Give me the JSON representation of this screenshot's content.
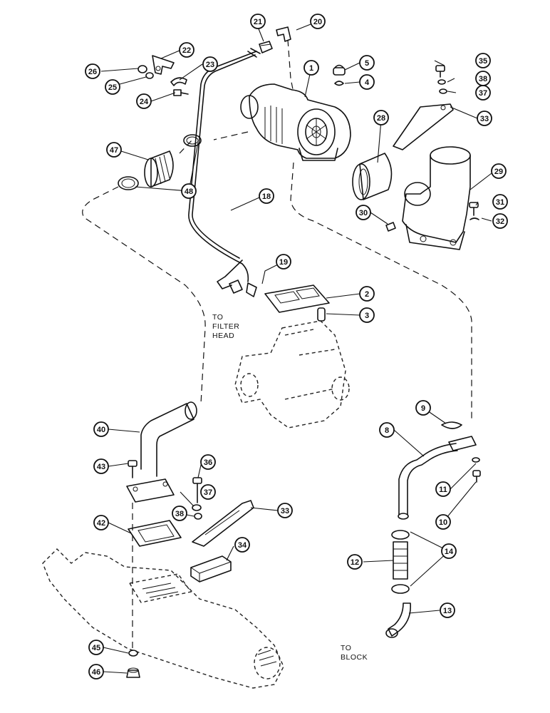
{
  "callouts": {
    "c1": "1",
    "c2": "2",
    "c3": "3",
    "c4": "4",
    "c5": "5",
    "c8": "8",
    "c9": "9",
    "c10": "10",
    "c11": "11",
    "c12": "12",
    "c13": "13",
    "c14": "14",
    "c18": "18",
    "c19": "19",
    "c20": "20",
    "c21": "21",
    "c22": "22",
    "c23": "23",
    "c24": "24",
    "c25": "25",
    "c26": "26",
    "c28": "28",
    "c29": "29",
    "c30": "30",
    "c31": "31",
    "c32": "32",
    "c33a": "33",
    "c33b": "33",
    "c34": "34",
    "c35": "35",
    "c36": "36",
    "c37a": "37",
    "c37b": "37",
    "c38a": "38",
    "c38b": "38",
    "c40": "40",
    "c42": "42",
    "c43": "43",
    "c45": "45",
    "c46": "46",
    "c47": "47",
    "c48": "48"
  },
  "notes": {
    "filter_line1": "TO",
    "filter_line2": "FILTER",
    "filter_line3": "HEAD",
    "block_line1": "TO",
    "block_line2": "BLOCK"
  }
}
